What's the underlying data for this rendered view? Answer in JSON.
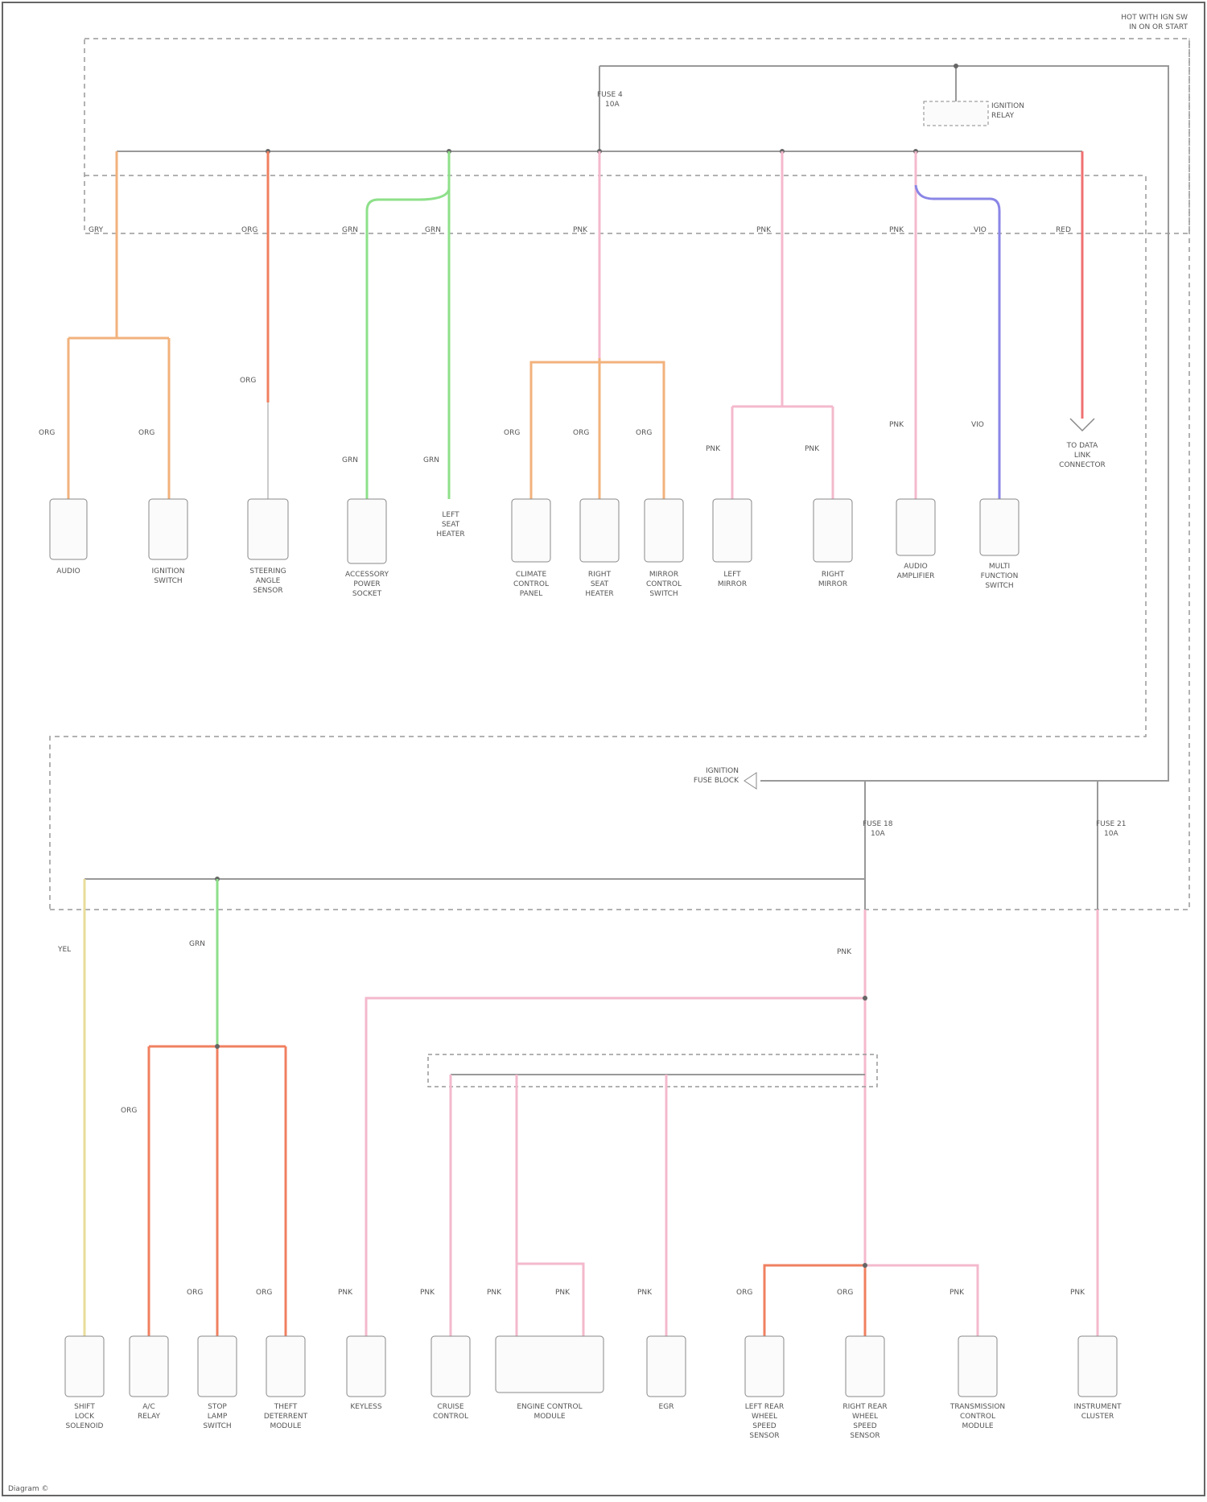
{
  "header": {
    "line1": "HOT WITH IGN SW",
    "line2": "IN ON OR START"
  },
  "footer": {
    "credit": "Diagram ©"
  },
  "colors": {
    "frame": "#777777",
    "wire_gray": "#9a9a9a",
    "orange": "#f2b27c",
    "red_orange": "#f08060",
    "green": "#8ee08a",
    "pink": "#f4b9cc",
    "violet": "#8a86e6",
    "red": "#f07070",
    "yellow": "#e9dd9a",
    "component_fill": "#fbfbfb"
  },
  "top_labels": {
    "fuse_left": [
      "FUSE 4",
      "10A"
    ],
    "relay_right": [
      "IGNITION",
      "RELAY"
    ]
  },
  "top_components": [
    {
      "label": [
        "AUDIO"
      ]
    },
    {
      "label": [
        "IGNITION",
        "SWITCH"
      ]
    },
    {
      "label": [
        "STEERING",
        "ANGLE",
        "SENSOR"
      ]
    },
    {
      "label": [
        "ACCESSORY",
        "POWER",
        "SOCKET"
      ]
    },
    {
      "label": [
        "LEFT",
        "SEAT",
        "HEATER"
      ]
    },
    {
      "label": [
        "CLIMATE",
        "CONTROL",
        "PANEL"
      ]
    },
    {
      "label": [
        "RIGHT",
        "SEAT",
        "HEATER"
      ]
    },
    {
      "label": [
        "MIRROR",
        "CONTROL",
        "SWITCH"
      ]
    },
    {
      "label": [
        "LEFT",
        "MIRROR"
      ]
    },
    {
      "label": [
        "RIGHT",
        "MIRROR"
      ]
    },
    {
      "label": [
        "AUDIO",
        "AMPLIFIER"
      ]
    },
    {
      "label": [
        "MULTI",
        "FUNCTION",
        "SWITCH"
      ]
    }
  ],
  "top_right_note": [
    "TO DATA",
    "LINK",
    "CONNECTOR"
  ],
  "mid_label": [
    "IGNITION",
    "FUSE BLOCK"
  ],
  "bottom_fuses": {
    "a": [
      "FUSE 18",
      "10A"
    ],
    "b": [
      "FUSE 21",
      "10A"
    ]
  },
  "bottom_components": [
    {
      "label": [
        "SHIFT",
        "LOCK",
        "SOLENOID"
      ]
    },
    {
      "label": [
        "A/C",
        "RELAY"
      ]
    },
    {
      "label": [
        "STOP",
        "LAMP",
        "SWITCH"
      ]
    },
    {
      "label": [
        "THEFT",
        "DETERRENT",
        "MODULE"
      ]
    },
    {
      "label": [
        "KEYLESS"
      ]
    },
    {
      "label": [
        "CRUISE",
        "CONTROL"
      ]
    },
    {
      "label": [
        "ENGINE CONTROL",
        "MODULE"
      ]
    },
    {
      "label": [
        "EGR"
      ]
    },
    {
      "label": [
        "LEFT REAR",
        "WHEEL",
        "SPEED",
        "SENSOR"
      ]
    },
    {
      "label": [
        "RIGHT REAR",
        "WHEEL",
        "SPEED",
        "SENSOR"
      ]
    },
    {
      "label": [
        "TRANSMISSION",
        "CONTROL",
        "MODULE"
      ]
    },
    {
      "label": [
        "INSTRUMENT",
        "CLUSTER"
      ]
    }
  ]
}
